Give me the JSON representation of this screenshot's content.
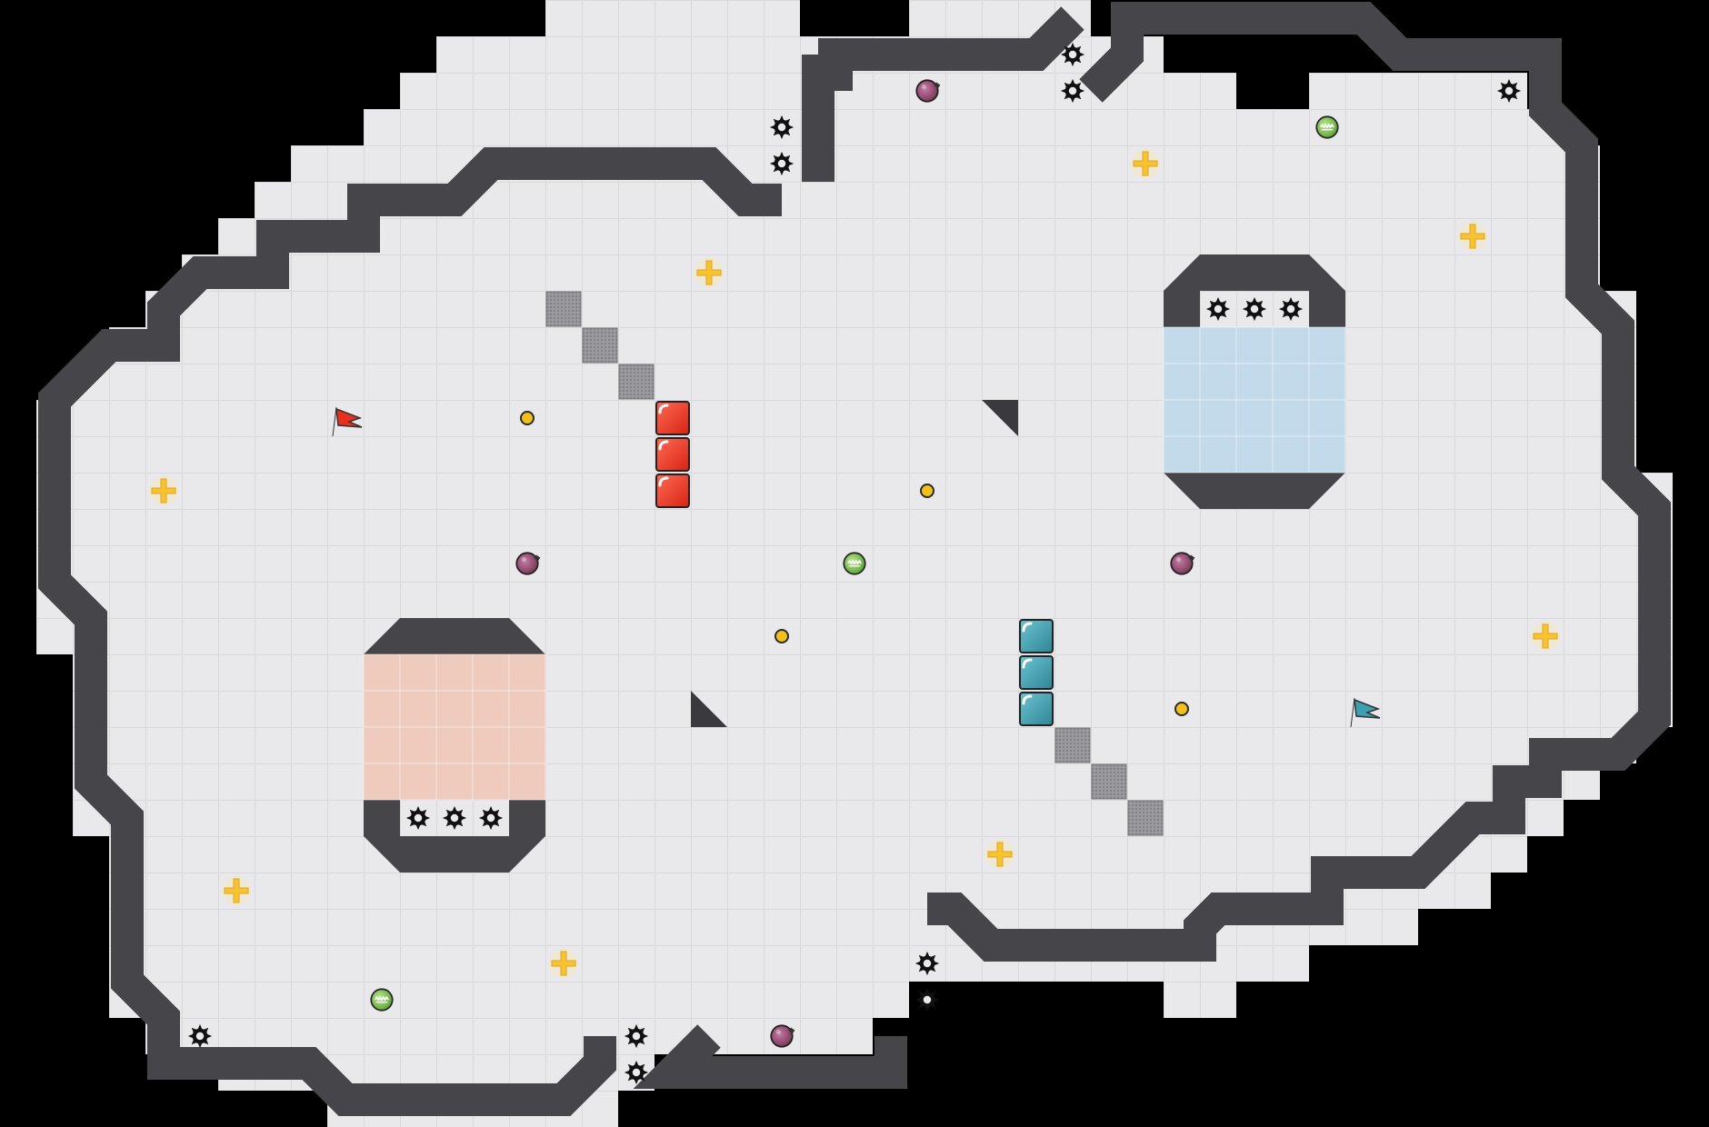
{
  "game": {
    "floor_color": "#e9e9ec",
    "grid_color": "#d6d6da",
    "wall_color": "#4a4a4e",
    "wall_edge_color": "#2a2a2c",
    "background_color": "#000000",
    "red_team_color": "#e8301f",
    "blue_team_color": "#3d9fb0",
    "red_zone_color": "#f0c8b8",
    "blue_zone_color": "#bfd8ea",
    "boost_color": "#f7c233",
    "bomb_color": "#9b5378",
    "powerup_color": "#8ed16c",
    "spike_color": "#111111",
    "button_color": "#f2c018",
    "gate_color": "#8e8e92",
    "icons": [
      "flag-icon",
      "spike-icon",
      "boost-icon",
      "bomb-icon",
      "powerup-icon",
      "button-icon",
      "gate-tile",
      "red-team-tile",
      "blue-team-tile"
    ]
  }
}
